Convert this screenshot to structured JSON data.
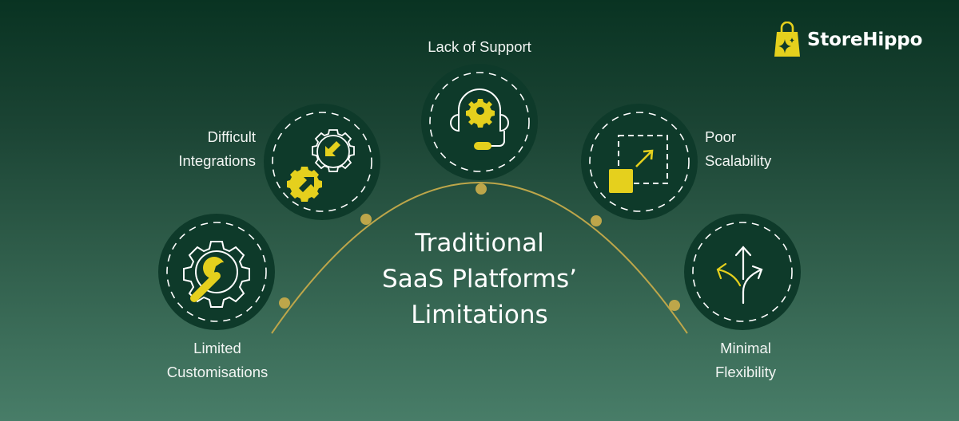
{
  "brand": {
    "name": "StoreHippo",
    "icon": "shopping-bag-sparkle-icon",
    "accent": "#e5d01d"
  },
  "title": {
    "lines": [
      "Traditional",
      "SaaS Platforms’",
      "Limitations"
    ]
  },
  "colors": {
    "node_fill": "#0e3a2a",
    "arc": "#bda64a",
    "icon_yellow": "#e5d01d",
    "icon_white": "#ffffff"
  },
  "limitations": [
    {
      "id": "customisations",
      "lines": [
        "Limited",
        "Customisations"
      ],
      "icon": "gear-wrench-icon"
    },
    {
      "id": "integrations",
      "lines": [
        "Difficult",
        "Integrations"
      ],
      "icon": "gears-arrows-icon"
    },
    {
      "id": "support",
      "lines": [
        "Lack of Support"
      ],
      "icon": "headset-gear-icon"
    },
    {
      "id": "scalability",
      "lines": [
        "Poor",
        "Scalability"
      ],
      "icon": "scale-up-arrow-icon"
    },
    {
      "id": "flexibility",
      "lines": [
        "Minimal",
        "Flexibility"
      ],
      "icon": "split-arrows-icon"
    }
  ]
}
